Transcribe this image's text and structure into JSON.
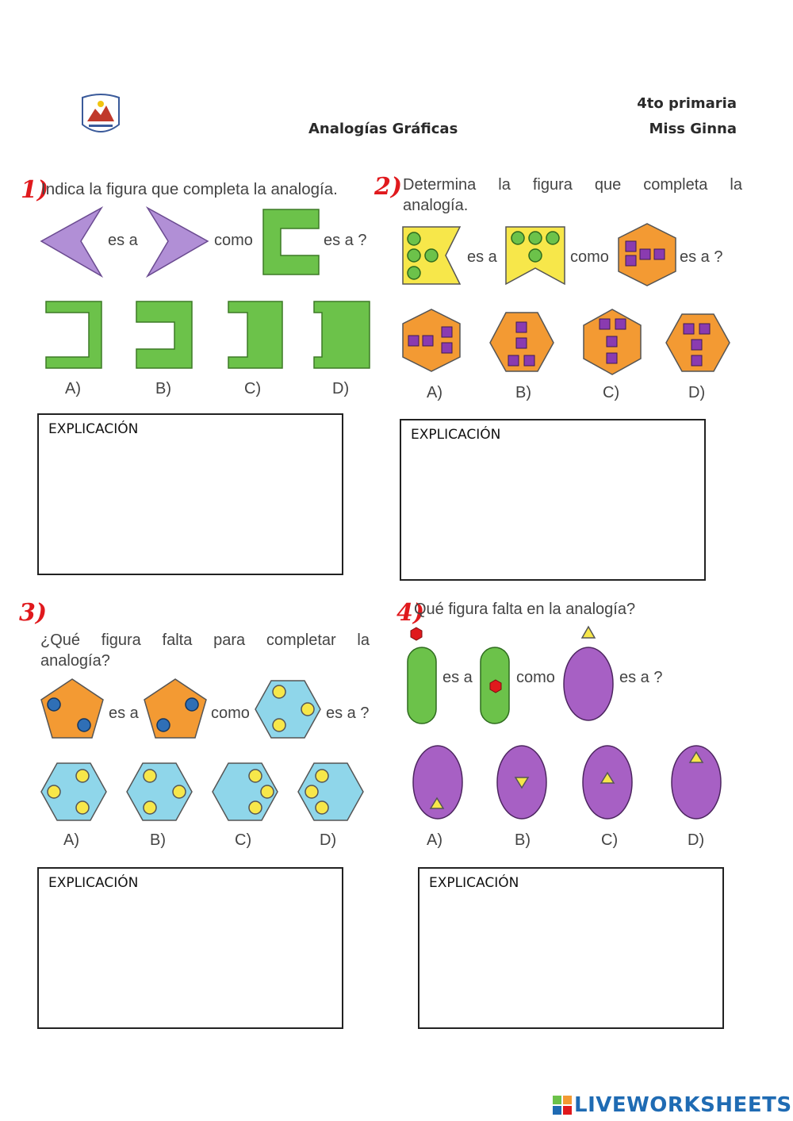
{
  "header": {
    "logo": "school-crest-icon",
    "title": "Analogías Gráficas",
    "grade": "4to primaria",
    "teacher": "Miss Ginna"
  },
  "questions": [
    {
      "number": "1)",
      "prompt": "Indica la figura que completa la analogía.",
      "words": [
        "es a",
        "como",
        "es a ?"
      ],
      "options": [
        "A)",
        "B)",
        "C)",
        "D)"
      ],
      "explanation_label": "EXPLICACIÓN"
    },
    {
      "number": "2)",
      "prompt_line1": "Determina la figura que completa la",
      "prompt_line2": "analogía.",
      "words": [
        "es a",
        "como",
        "es a ?"
      ],
      "options": [
        "A)",
        "B)",
        "C)",
        "D)"
      ],
      "explanation_label": "EXPLICACIÓN"
    },
    {
      "number": "3)",
      "prompt_line1": "¿Qué figura falta para completar la",
      "prompt_line2": "analogía?",
      "words": [
        "es a",
        "como",
        "es a ?"
      ],
      "options": [
        "A)",
        "B)",
        "C)",
        "D)"
      ],
      "explanation_label": "EXPLICACIÓN"
    },
    {
      "number": "4)",
      "prompt": "Qué figura falta en la analogía?",
      "words": [
        "es a",
        "como",
        "es a ?"
      ],
      "options": [
        "A)",
        "B)",
        "C)",
        "D)"
      ],
      "explanation_label": "EXPLICACIÓN"
    }
  ],
  "colors": {
    "green": "#6cc24a",
    "purple_light": "#b18fd6",
    "purple": "#a760c4",
    "orange": "#f39a33",
    "cyan": "#8fd6ea",
    "yellow": "#f7e74a",
    "blue_dot": "#2f6fb6",
    "violet_square": "#8a3bb0",
    "red_hex": "#e0191d",
    "number_red": "#e0191d"
  },
  "footer": {
    "brand": "LIVEWORKSHEETS"
  }
}
